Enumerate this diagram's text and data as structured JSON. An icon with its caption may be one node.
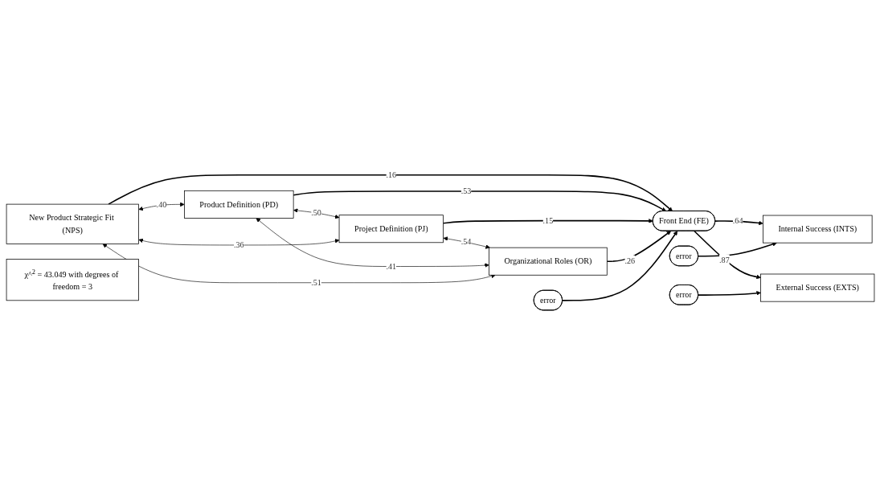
{
  "diagram": {
    "nodes": [
      {
        "text": [
          "New Product Strategic Fit (NPS)"
        ]
      },
      {
        "text": [
          "Product Definition (PD)"
        ]
      },
      {
        "text": [
          "Project Definition (PJ)"
        ]
      },
      {
        "text": [
          "Organizational Roles (OR)"
        ]
      },
      {
        "text": [
          "error"
        ]
      },
      {
        "text": [
          "Front End (FE)"
        ]
      },
      {
        "text": [
          "error"
        ]
      },
      {
        "text": [
          "Internal Success (INTS)"
        ]
      },
      {
        "text": [
          "External Success (EXTS)"
        ]
      },
      {
        "text": [
          "error"
        ]
      },
      {
        "text": [
          "χ^$^{2}$ = 43.049 with degrees of freedom = 3"
        ]
      }
    ],
    "edges": [
      {
        "from": 0,
        "to": 5,
        "arrow": "to",
        "label": ".16"
      },
      {
        "from": 1,
        "to": 5,
        "arrow": "to",
        "label": ".53"
      },
      {
        "from": 2,
        "to": 5,
        "arrow": "to",
        "label": ".15"
      },
      {
        "from": 3,
        "to": 5,
        "arrow": "to",
        "label": ".26"
      },
      {
        "from": 4,
        "to": 5,
        "arrow": "to"
      },
      {
        "from": 5,
        "to": 7,
        "arrow": "to",
        "label": ".64"
      },
      {
        "from": 5,
        "to": 8,
        "arrow": "to",
        "label": ".87"
      },
      {
        "from": 6,
        "to": 7,
        "arrow": "to"
      },
      {
        "from": 9,
        "to": 8,
        "arrow": "to"
      },
      {
        "from": 0,
        "to": 1,
        "arrow": "both",
        "label": ".40"
      },
      {
        "from": 1,
        "to": 2,
        "arrow": "both",
        "label": ".50"
      },
      {
        "from": 2,
        "to": 3,
        "arrow": "both",
        "label": ".54"
      },
      {
        "from": 0,
        "to": 2,
        "arrow": "both",
        "label": ".36"
      },
      {
        "from": 1,
        "to": 3,
        "arrow": "both",
        "label": ".41"
      },
      {
        "from": 0,
        "to": 3,
        "arrow": "both",
        "label": ".51"
      }
    ]
  }
}
